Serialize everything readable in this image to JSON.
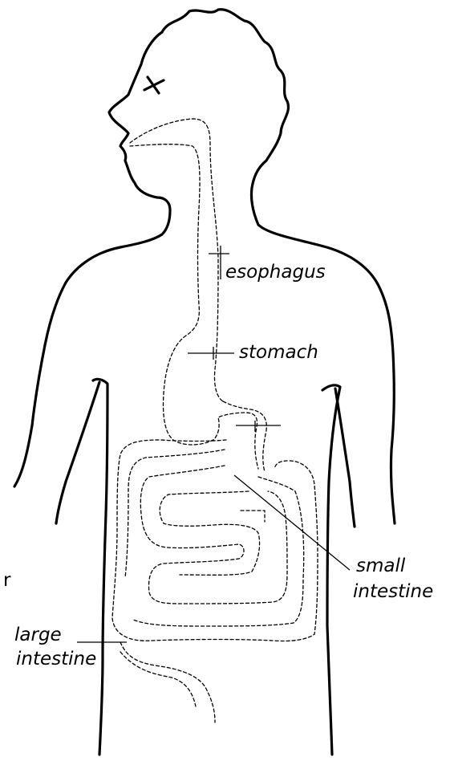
{
  "labels": {
    "esophagus": "esophagus",
    "stomach": "stomach",
    "small_intestine_line1": "small",
    "small_intestine_line2": "intestine",
    "large_intestine_line1": "large",
    "large_intestine_line2": "intestine",
    "edge_fragment": "r"
  }
}
